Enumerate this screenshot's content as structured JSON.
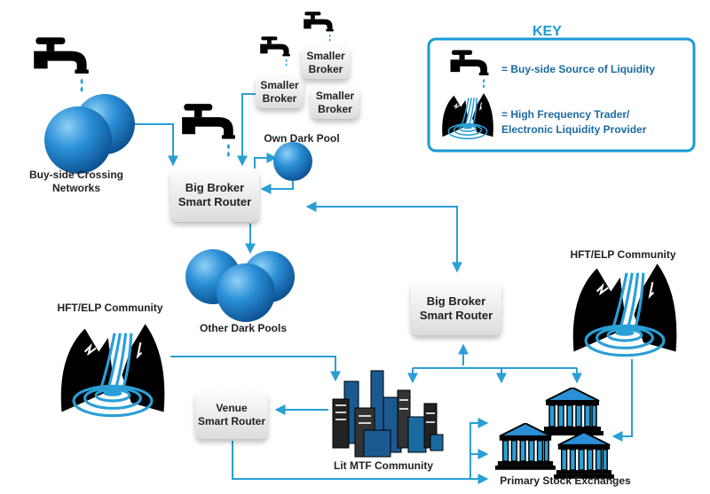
{
  "colors": {
    "accent": "#1a9ad6",
    "line": "#2a9fd6",
    "pool": "#1a78c2"
  },
  "key": {
    "title": "KEY",
    "items": [
      {
        "icon": "tap-icon",
        "label": "= Buy-side Source of Liquidity"
      },
      {
        "icon": "waterfall-icon",
        "label_line1": "= High Frequency Trader/",
        "label_line2": "Electronic Liquidity Provider"
      }
    ]
  },
  "nodes": {
    "buyside": {
      "line1": "Buy-side Crossing",
      "line2": "Networks"
    },
    "big_broker_1": {
      "line1": "Big Broker",
      "line2": "Smart Router"
    },
    "big_broker_2": {
      "line1": "Big Broker",
      "line2": "Smart Router"
    },
    "smaller_brokers": [
      {
        "line1": "Smaller",
        "line2": "Broker"
      },
      {
        "line1": "Smaller",
        "line2": "Broker"
      },
      {
        "line1": "Smaller",
        "line2": "Broker"
      }
    ],
    "own_dark_pool": "Own Dark Pool",
    "other_dark_pools": "Other Dark Pools",
    "hft_left": "HFT/ELP Community",
    "hft_right": "HFT/ELP Community",
    "venue_router": {
      "line1": "Venue",
      "line2": "Smart Router"
    },
    "lit_mtf": "Lit MTF Community",
    "exchanges": "Primary Stock Exchanges"
  }
}
